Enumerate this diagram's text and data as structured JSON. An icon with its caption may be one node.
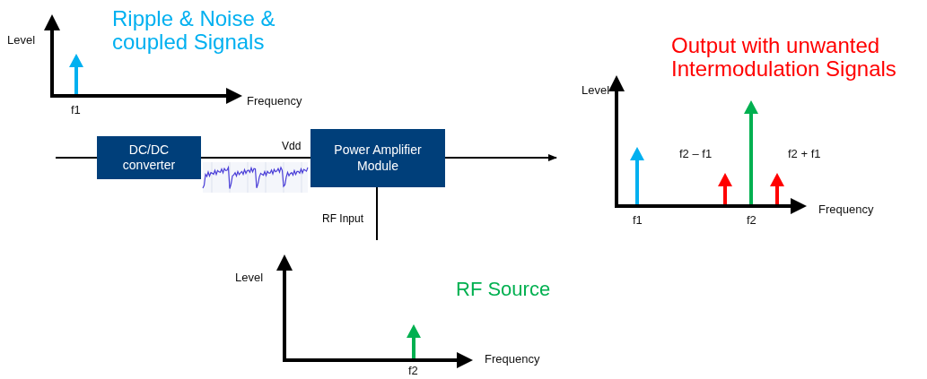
{
  "diagram": {
    "nodes": [
      {
        "text": [
          "DC/DC converter"
        ]
      },
      {
        "text": [
          "Power Amplifier Module"
        ]
      }
    ],
    "edges": [
      {
        "from": null,
        "to": 0,
        "arrow": "none"
      },
      {
        "from": 0,
        "to": 1,
        "arrow": "none",
        "label": "Vdd"
      },
      {
        "from": 1,
        "to": null,
        "arrow": "to"
      },
      {
        "from": null,
        "to": 1,
        "arrow": "none",
        "label": "RF Input"
      }
    ],
    "labels": [
      "Ripple & Noise & coupled Signals",
      "Level",
      "Frequency",
      "f1",
      "Output with unwanted Intermodulation Signals",
      "Level",
      "f2 – f1",
      "f2 + f1",
      "Frequency",
      "f1",
      "f2",
      "Level",
      "RF Source",
      "Frequency",
      "f2"
    ]
  }
}
